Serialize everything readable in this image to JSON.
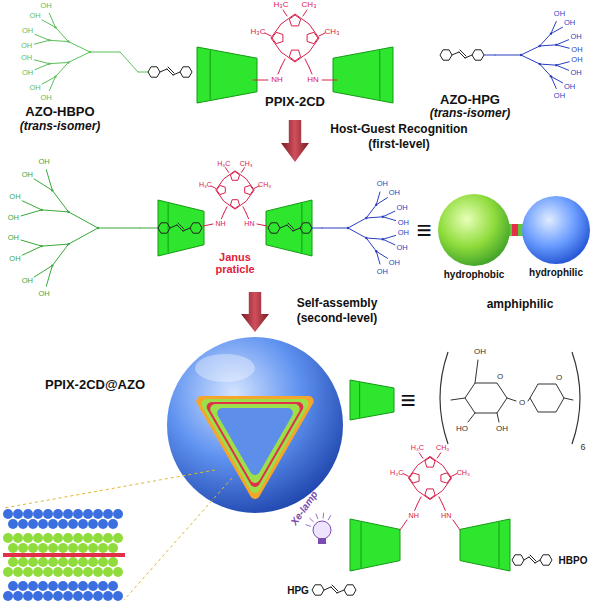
{
  "diagram": {
    "nodes": [
      {
        "text": [
          "Host-Guest Recognition (first-level)"
        ]
      },
      {
        "text": [
          "hydrophobic"
        ]
      },
      {
        "text": [
          "hydrophilic"
        ]
      },
      {
        "text": [
          "Self-assembly (second-level)"
        ]
      }
    ],
    "labels": [
      "AZO-HBPO",
      "(trans-isomer)",
      "PPIX-2CD",
      "AZO-HPG",
      "(trans-isomer)",
      "Janus praticle",
      "≡",
      "amphiphilic",
      "PPIX-2CD@AZO",
      "≡",
      "Xe-lamp",
      "HPG",
      "HBPO",
      "H₃C",
      "CH₃",
      "H₃C",
      "CH₃",
      "NH",
      "HN",
      "H₃C",
      "CH₃",
      "H₃C",
      "CH₃",
      "NH",
      "HN",
      "H₃C",
      "CH₃",
      "H₃C",
      "CH₃",
      "NH",
      "HN",
      "OH",
      "O",
      "O",
      "HO",
      "OH",
      "O",
      "6",
      "OH",
      "OH",
      "OH",
      "OH",
      "OH",
      "OH",
      "OH",
      "OH",
      "OH",
      "OH",
      "OH",
      "OH",
      "OH",
      "OH",
      "OH",
      "OH",
      "OH",
      "OH",
      "OH",
      "OH",
      "OH",
      "OH",
      "OH",
      "OH",
      "OH",
      "OH",
      "OH",
      "OH",
      "OH",
      "OH",
      "OH",
      "OH"
    ]
  }
}
